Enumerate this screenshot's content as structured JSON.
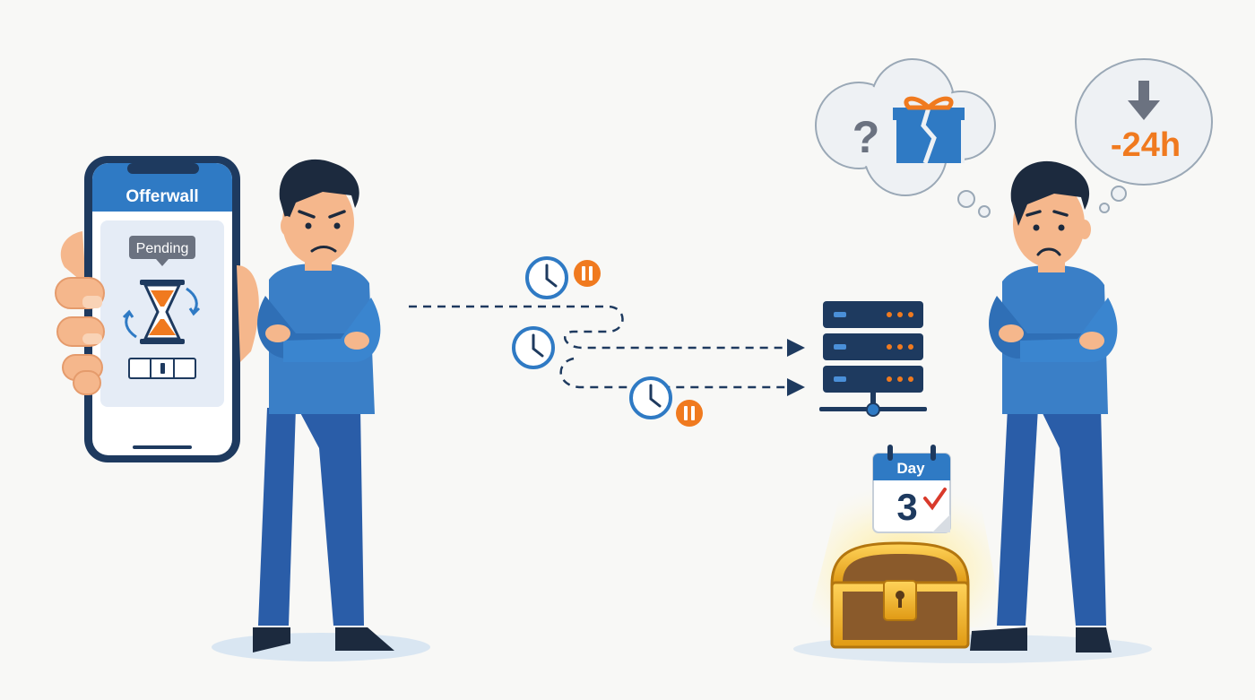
{
  "phone": {
    "header_title": "Offerwall",
    "status_badge": "Pending"
  },
  "calendar": {
    "label": "Day",
    "day_number": "3"
  },
  "thought_bubble_left": {
    "question_mark": "?"
  },
  "thought_bubble_right": {
    "penalty_text": "-24h"
  },
  "colors": {
    "primary_blue": "#2f7ac4",
    "dark_navy": "#1e3a5f",
    "orange_accent": "#f07a1f",
    "gray_text": "#6b7280",
    "gold": "#f2b324",
    "wood_brown": "#8a5a2b"
  },
  "icons": {
    "phone": "smartphone-icon",
    "hourglass": "hourglass-icon",
    "clock": "clock-icon",
    "pause": "pause-icon",
    "server": "server-icon",
    "calendar": "calendar-icon",
    "gift": "broken-gift-icon",
    "arrow": "down-arrow-icon",
    "chest": "treasure-chest-icon"
  }
}
